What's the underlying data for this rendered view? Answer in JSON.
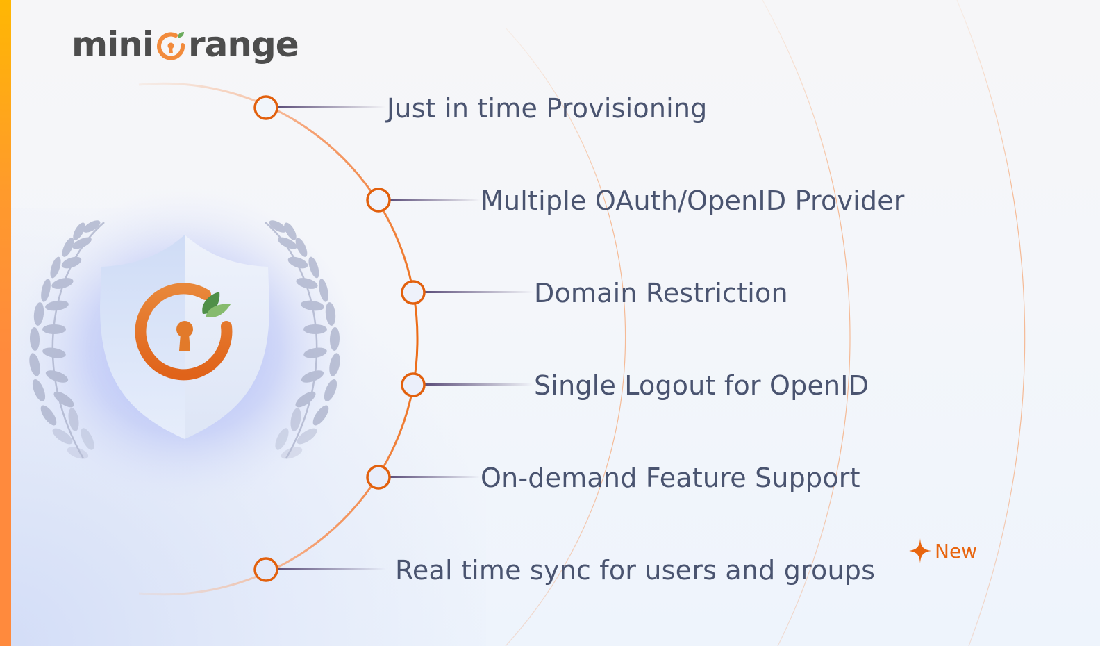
{
  "brand": {
    "name_prefix": "mini",
    "name_suffix": "range",
    "logo_icon": "orange-keyhole-icon",
    "colors": {
      "accent_orange": "#e8650f",
      "logo_orange": "#f28b3c",
      "leaf_green": "#6aab5c",
      "text_dark": "#4d4d4d",
      "feature_text": "#4a5470",
      "accent_bar_top": "#ffb703",
      "accent_bar_bottom": "#ff8a3d"
    }
  },
  "hero": {
    "icon": "shield-keyhole-icon",
    "decoration": "laurel-wreath-icon"
  },
  "features": [
    {
      "label": "Just in time Provisioning"
    },
    {
      "label": "Multiple OAuth/OpenID Provider"
    },
    {
      "label": "Domain Restriction"
    },
    {
      "label": "Single Logout for OpenID"
    },
    {
      "label": "On-demand Feature Support"
    },
    {
      "label": "Real time sync for users and groups",
      "badge": "New",
      "badge_icon": "sparkle-icon"
    }
  ]
}
